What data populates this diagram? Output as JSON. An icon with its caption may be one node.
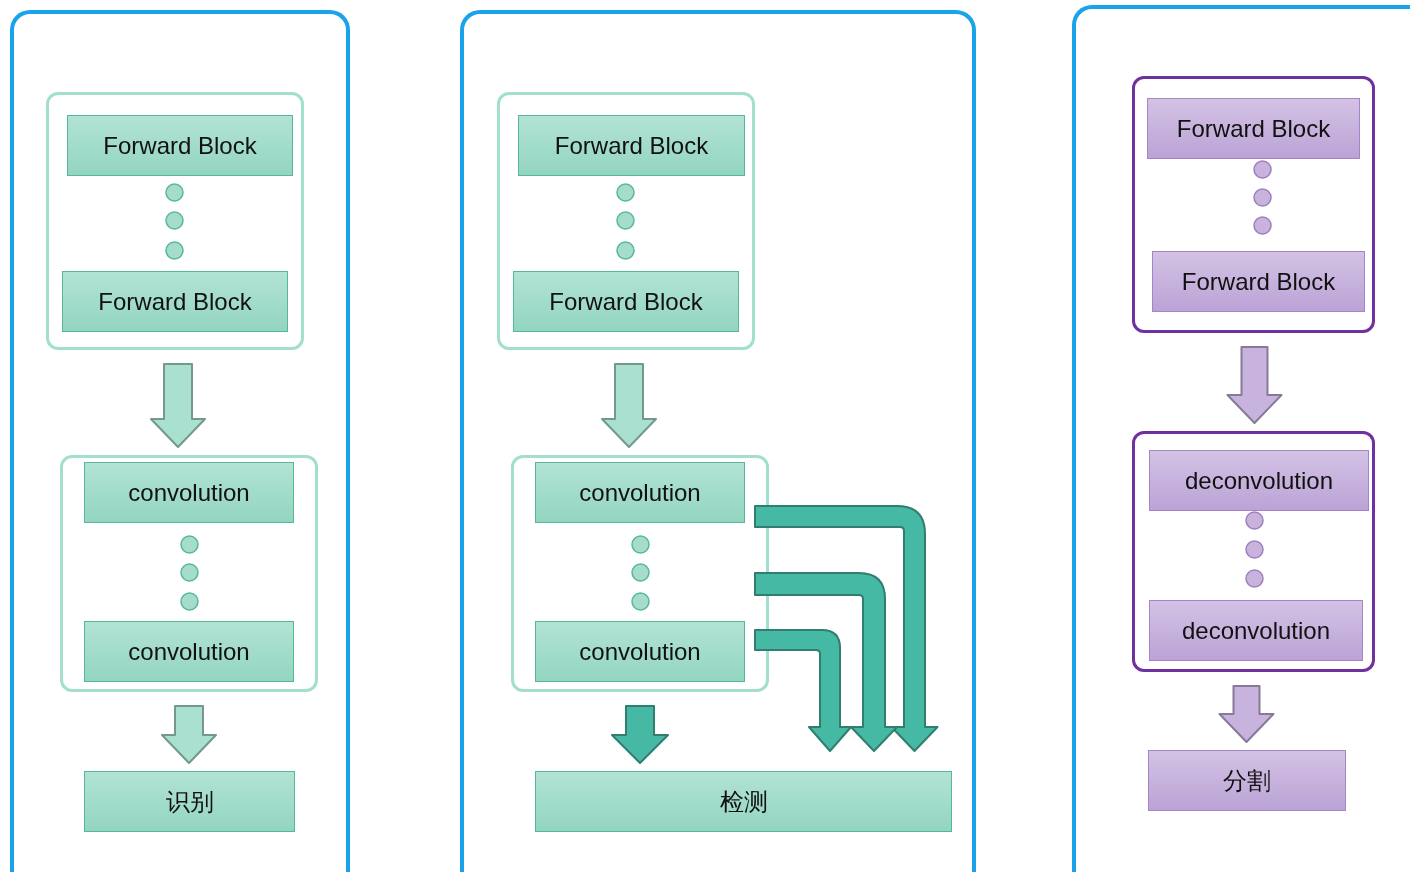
{
  "diagram": {
    "nodes": [
      {
        "text": [],
        "shape": "box"
      },
      {
        "text": [],
        "shape": "box",
        "in": 0
      },
      {
        "text": [
          "Forward Block"
        ],
        "in": 1
      },
      {
        "text": [
          "Forward Block"
        ],
        "in": 1
      },
      {
        "text": [],
        "shape": "box",
        "in": 0
      },
      {
        "text": [
          "convolution"
        ],
        "in": 4
      },
      {
        "text": [
          "convolution"
        ],
        "in": 4
      },
      {
        "text": [
          "识别"
        ],
        "in": 0
      },
      {
        "text": [],
        "shape": "box"
      },
      {
        "text": [],
        "shape": "box",
        "in": 8
      },
      {
        "text": [
          "Forward Block"
        ],
        "in": 9
      },
      {
        "text": [
          "Forward Block"
        ],
        "in": 9
      },
      {
        "text": [],
        "shape": "box",
        "in": 8
      },
      {
        "text": [
          "convolution"
        ],
        "in": 12
      },
      {
        "text": [
          "convolution"
        ],
        "in": 12
      },
      {
        "text": [
          "检测"
        ],
        "in": 8
      },
      {
        "text": [],
        "shape": "box"
      },
      {
        "text": [],
        "shape": "box",
        "in": 16
      },
      {
        "text": [
          "Forward Block"
        ],
        "in": 17
      },
      {
        "text": [
          "Forward Block"
        ],
        "in": 17
      },
      {
        "text": [],
        "shape": "box",
        "in": 16
      },
      {
        "text": [
          "deconvolution"
        ],
        "in": 20
      },
      {
        "text": [
          "deconvolution"
        ],
        "in": 20
      },
      {
        "text": [
          "分割"
        ],
        "in": 16
      }
    ],
    "edges": [
      {
        "from": 1,
        "to": 4,
        "arrow": "to",
        "color": "#a9e0cf"
      },
      {
        "from": 4,
        "to": 7,
        "arrow": "to",
        "color": "#a9e0cf"
      },
      {
        "from": 9,
        "to": 12,
        "arrow": "to",
        "color": "#a9e0cf"
      },
      {
        "from": 12,
        "to": 15,
        "arrow": "to",
        "color": "#46b9a4"
      },
      {
        "from": 13,
        "to": 15,
        "arrow": "to",
        "color": "#46b9a4"
      },
      {
        "from": 12,
        "to": 15,
        "arrow": "to",
        "color": "#46b9a4"
      },
      {
        "from": 14,
        "to": 15,
        "arrow": "to",
        "color": "#46b9a4"
      },
      {
        "from": 17,
        "to": 20,
        "arrow": "to",
        "color": "#c7b3dd"
      },
      {
        "from": 20,
        "to": 23,
        "arrow": "to",
        "color": "#c7b3dd"
      }
    ]
  }
}
